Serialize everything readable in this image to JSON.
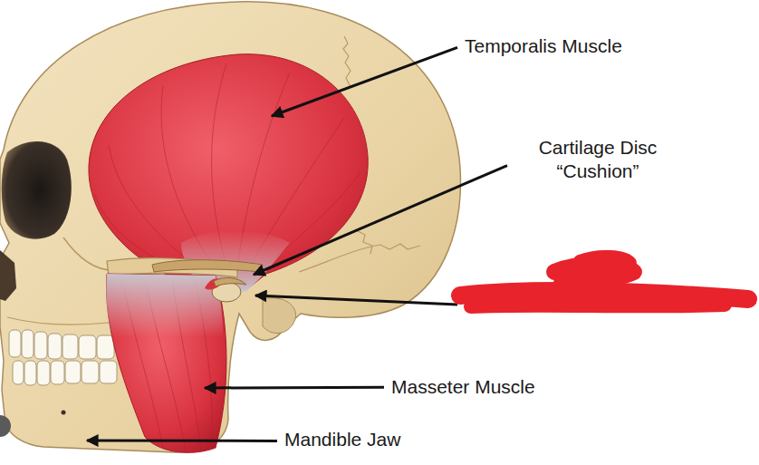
{
  "diagram": {
    "labels": [
      "Temporalis Muscle",
      "Cartilage Disc “Cushion”",
      "Masseter Muscle",
      "Mandible Jaw"
    ]
  }
}
